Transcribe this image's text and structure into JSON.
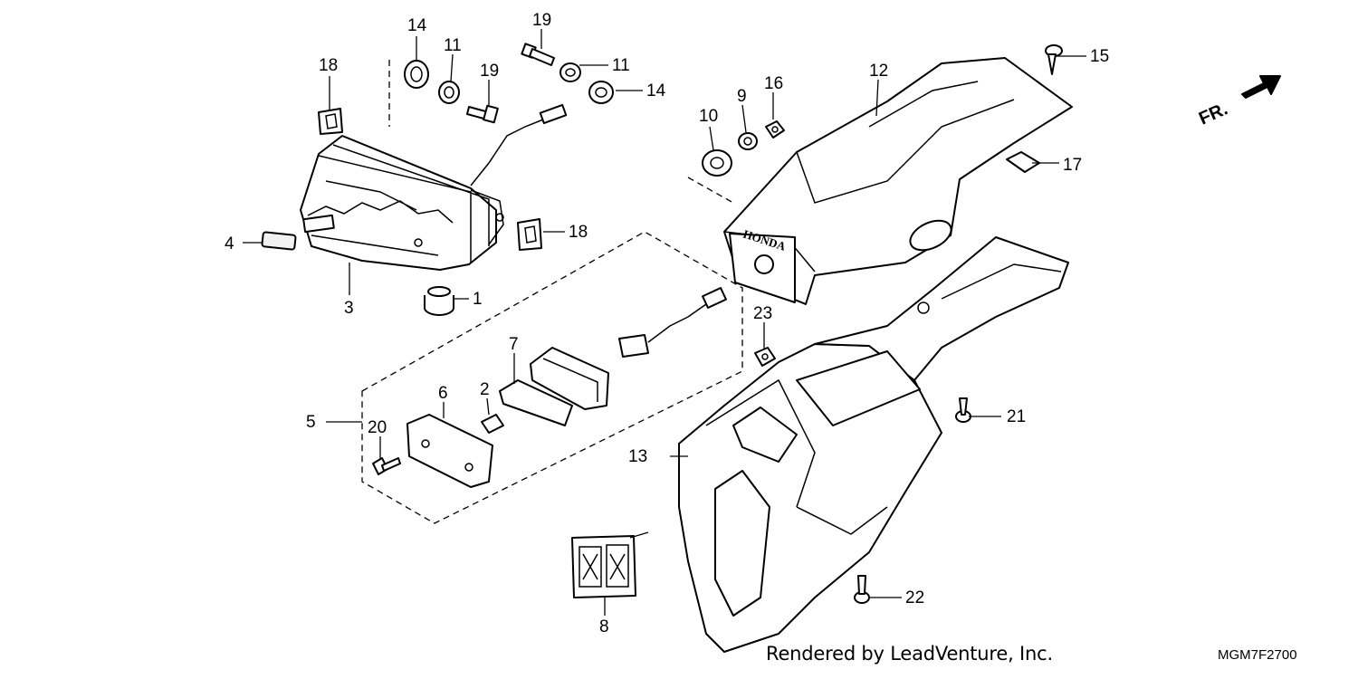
{
  "diagram": {
    "callouts": {
      "c1": "1",
      "c2": "2",
      "c3": "3",
      "c4": "4",
      "c5": "5",
      "c6": "6",
      "c7": "7",
      "c8": "8",
      "c9": "9",
      "c10": "10",
      "c11a": "11",
      "c11b": "11",
      "c12": "12",
      "c13": "13",
      "c14a": "14",
      "c14b": "14",
      "c15": "15",
      "c16": "16",
      "c17": "17",
      "c18a": "18",
      "c18b": "18",
      "c19a": "19",
      "c19b": "19",
      "c20": "20",
      "c21": "21",
      "c22": "22",
      "c23": "23"
    },
    "direction_label": "FR.",
    "housing_brand": "HONDA"
  },
  "footer": {
    "credit": "Rendered by LeadVenture, Inc.",
    "diagram_code": "MGM7F2700"
  }
}
